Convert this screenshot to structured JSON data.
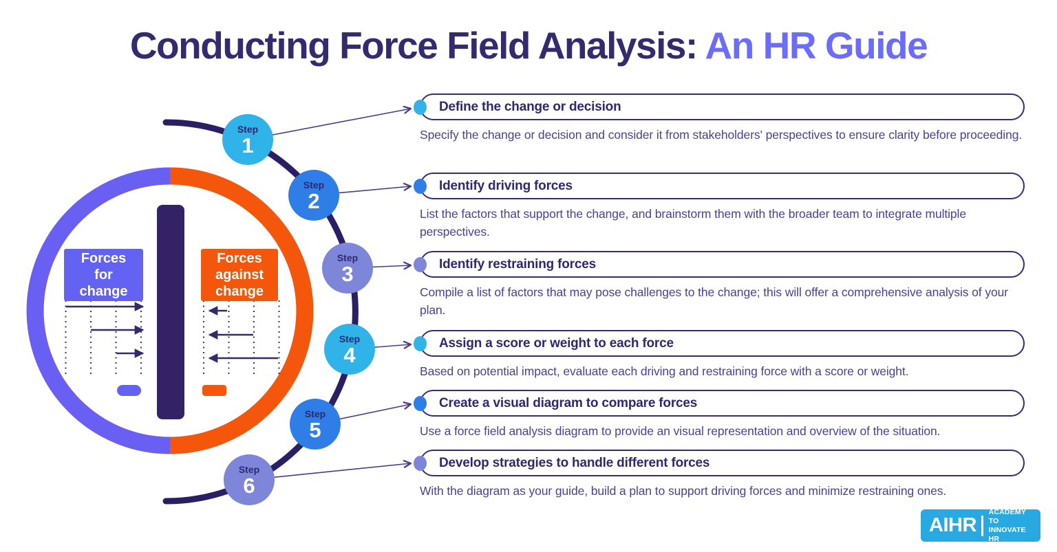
{
  "title": {
    "main": "Conducting Force Field Analysis: ",
    "accent": "An HR Guide"
  },
  "diagram": {
    "left_box_label": "Forces\nfor\nchange",
    "right_box_label": "Forces\nagainst\nchange",
    "left_half_color": "#6A5FF3",
    "right_half_color": "#F4560C",
    "center_bar_color": "#332366"
  },
  "steps": [
    {
      "label": "Step",
      "number": "1",
      "color": "#2FB3E8"
    },
    {
      "label": "Step",
      "number": "2",
      "color": "#2F7EE8"
    },
    {
      "label": "Step",
      "number": "3",
      "color": "#7E86DA"
    },
    {
      "label": "Step",
      "number": "4",
      "color": "#2FB3E8"
    },
    {
      "label": "Step",
      "number": "5",
      "color": "#2F7EE8"
    },
    {
      "label": "Step",
      "number": "6",
      "color": "#7E86DA"
    }
  ],
  "items": [
    {
      "title": "Define the change or decision",
      "description": "Specify the change or decision and consider it from stakeholders' perspectives to ensure clarity before proceeding."
    },
    {
      "title": "Identify driving forces",
      "description": "List the factors that support the change, and brainstorm them with the broader team to integrate multiple perspectives."
    },
    {
      "title": "Identify restraining forces",
      "description": "Compile a list of factors that may pose challenges to the change; this will offer a comprehensive analysis of your plan."
    },
    {
      "title": "Assign a score or weight to each force",
      "description": "Based on potential impact, evaluate each driving and restraining force with a score or weight."
    },
    {
      "title": "Create a visual diagram to compare forces",
      "description": "Use a force field analysis diagram to provide an visual representation and overview of the situation."
    },
    {
      "title": "Develop strategies to handle different forces",
      "description": "With the diagram as your guide, build a plan to support driving forces and minimize restraining ones."
    }
  ],
  "logo": {
    "brand": "AIHR",
    "tagline_line1": "ACADEMY TO",
    "tagline_line2": "INNOVATE HR",
    "background_color": "#29A9E1"
  },
  "theme": {
    "title_main_color": "#322C6E",
    "title_accent_color": "#6B6CF9",
    "pill_border_color": "#352C74",
    "pill_title_color": "#2E2870",
    "description_color": "#4A4191",
    "arc_color": "#2A1F62",
    "arrow_color": "#332A6E",
    "background": "#FFFFFF"
  }
}
